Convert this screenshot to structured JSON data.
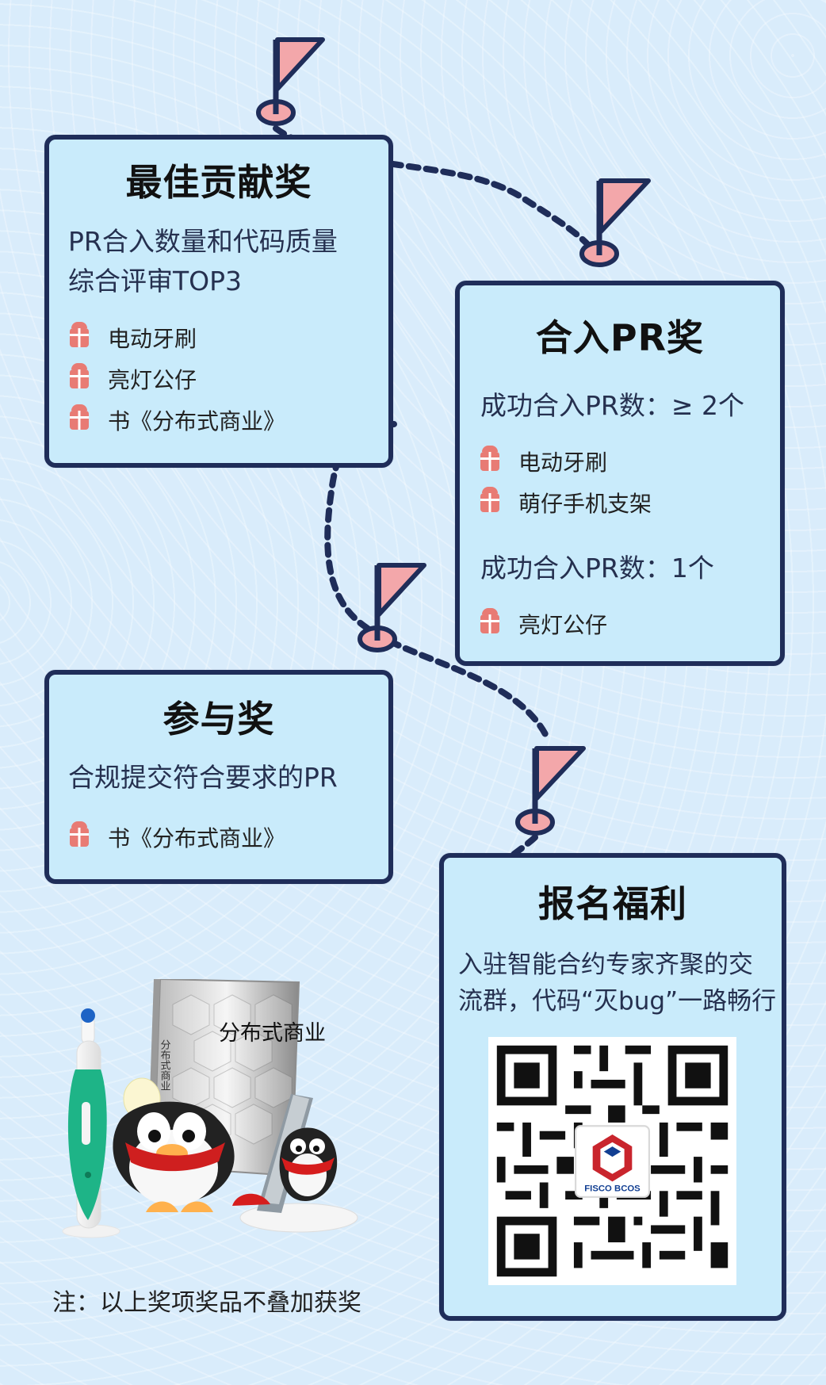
{
  "cards": {
    "best": {
      "title": "最佳贡献奖",
      "lines": [
        "PR合入数量和代码质量",
        "综合评审TOP3"
      ],
      "prizes": [
        "电动牙刷",
        "亮灯公仔",
        "书《分布式商业》"
      ]
    },
    "merge": {
      "title": "合入PR奖",
      "first_line": "成功合入PR数：≥ 2个",
      "first_prizes": [
        "电动牙刷",
        "萌仔手机支架"
      ],
      "second_line": "成功合入PR数：1个",
      "second_prizes": [
        "亮灯公仔"
      ]
    },
    "participate": {
      "title": "参与奖",
      "line": "合规提交符合要求的PR",
      "prizes": [
        "书《分布式商业》"
      ]
    },
    "signup": {
      "title": "报名福利",
      "lines": [
        "入驻智能合约专家齐聚的交",
        "流群，代码“灭bug”一路畅行"
      ]
    }
  },
  "products": {
    "book_title": "分布式商业",
    "book_side": "分布式商业",
    "qr_logo_text": "FISCO BCOS"
  },
  "note": "注：以上奖项奖品不叠加获奖",
  "colors": {
    "navy": "#1f2d59",
    "card": "#c9ebfb",
    "flag": "#f3a7aa",
    "gift": "#e87b74",
    "background": "#d9ecfb"
  },
  "icons": {
    "gift": "gift-icon",
    "flag": "flag-icon"
  }
}
